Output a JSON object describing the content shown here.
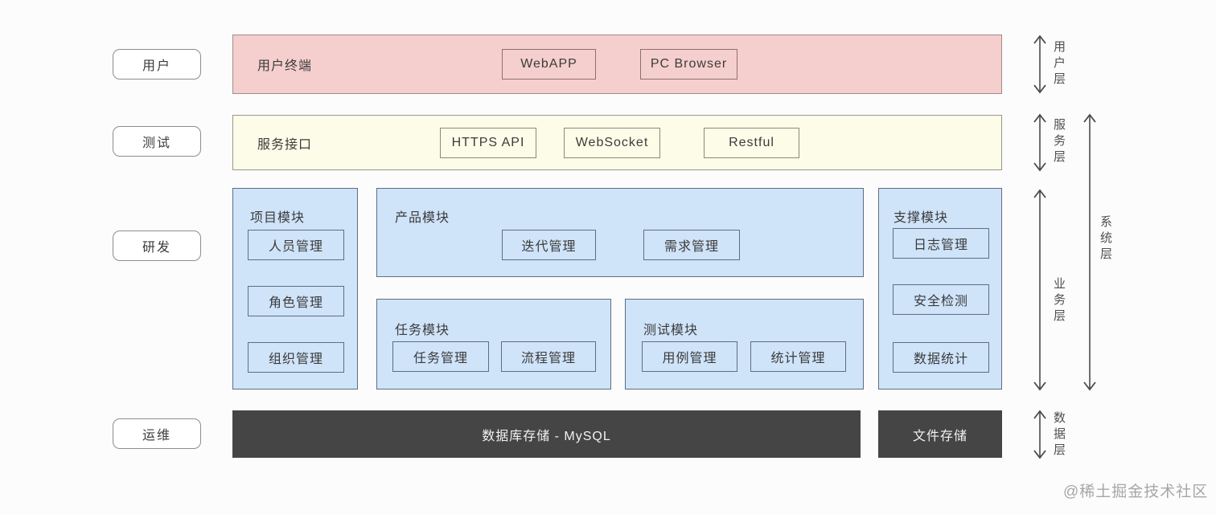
{
  "left_labels": {
    "user": "用户",
    "test": "测试",
    "dev": "研发",
    "ops": "运维"
  },
  "user_layer": {
    "title": "用户终端",
    "items": [
      "WebAPP",
      "PC Browser"
    ]
  },
  "service_layer": {
    "title": "服务接口",
    "items": [
      "HTTPS API",
      "WebSocket",
      "Restful"
    ]
  },
  "business_layer": {
    "project": {
      "title": "项目模块",
      "items": [
        "人员管理",
        "角色管理",
        "组织管理"
      ]
    },
    "product": {
      "title": "产品模块",
      "items": [
        "迭代管理",
        "需求管理"
      ]
    },
    "task": {
      "title": "任务模块",
      "items": [
        "任务管理",
        "流程管理"
      ]
    },
    "test": {
      "title": "测试模块",
      "items": [
        "用例管理",
        "统计管理"
      ]
    },
    "support": {
      "title": "支撑模块",
      "items": [
        "日志管理",
        "安全检测",
        "数据统计"
      ]
    }
  },
  "data_layer": {
    "database": "数据库存储 - MySQL",
    "file": "文件存储"
  },
  "right_labels": {
    "user": "用户层",
    "service": "服务层",
    "business": "业务层",
    "system": "系统层",
    "data": "数据层"
  },
  "watermark": "@稀土掘金技术社区",
  "colors": {
    "user_band": "#f5cfcd",
    "service_band": "#fcfce8",
    "module_panel": "#cfe3f9",
    "storage_band": "#454545"
  }
}
